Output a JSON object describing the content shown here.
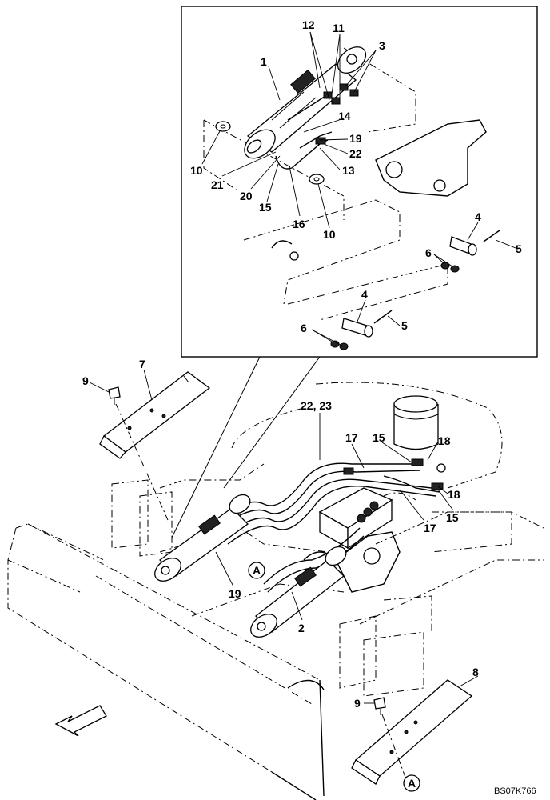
{
  "diagram": {
    "callouts": {
      "c1": "1",
      "c2": "2",
      "c3": "3",
      "c4a": "4",
      "c4b": "4",
      "c5a": "5",
      "c5b": "5",
      "c6a": "6",
      "c6b": "6",
      "c7": "7",
      "c8": "8",
      "c9a": "9",
      "c9b": "9",
      "c10a": "10",
      "c10b": "10",
      "c11": "11",
      "c12": "12",
      "c13": "13",
      "c14": "14",
      "c15a": "15",
      "c15b": "15",
      "c15c": "15",
      "c16": "16",
      "c17a": "17",
      "c17b": "17",
      "c18a": "18",
      "c18b": "18",
      "c19a": "19",
      "c19b": "19",
      "c20": "20",
      "c21": "21",
      "c22": "22",
      "c2223": "22, 23"
    },
    "section_marker": "A",
    "section_marker_bottom": "A",
    "reference_code": "BS07K766"
  }
}
